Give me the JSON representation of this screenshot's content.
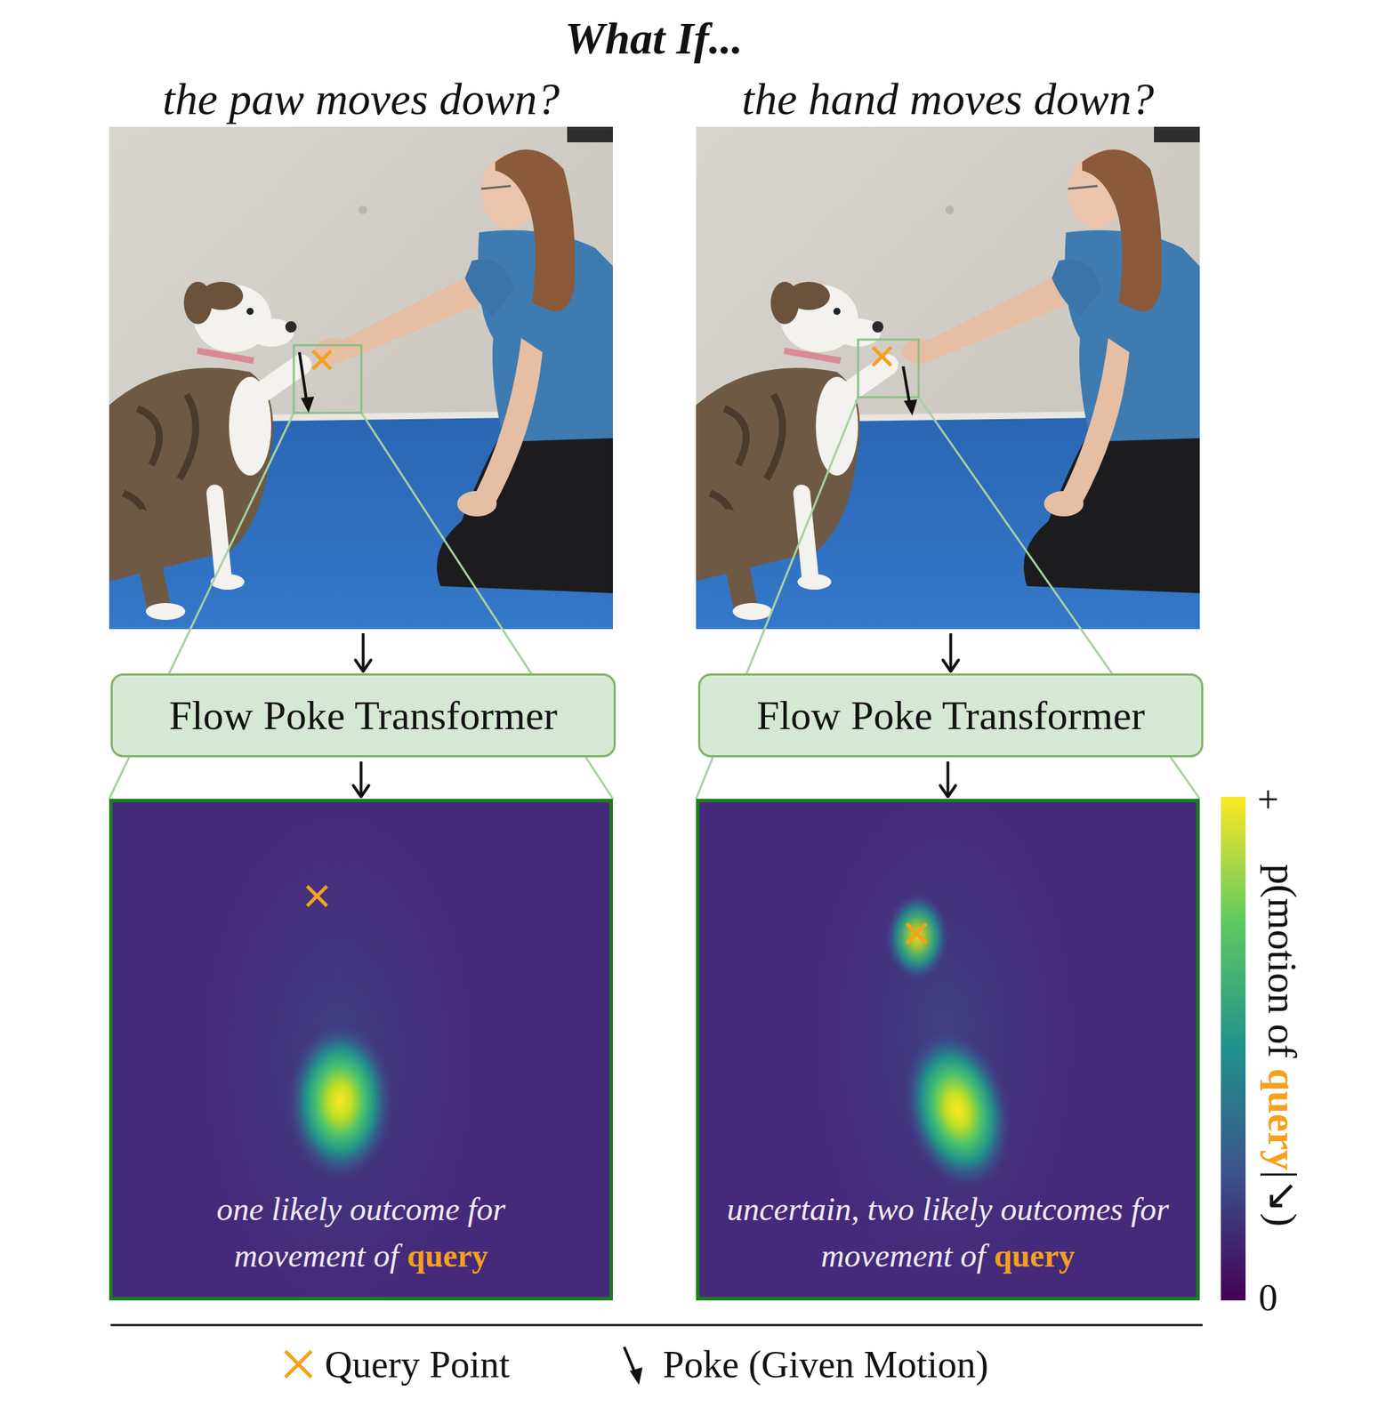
{
  "diagram": {
    "title": "What If...",
    "nodes": [
      {
        "text": [
          "the paw moves down?"
        ]
      },
      {
        "text": [
          "Flow Poke Transformer"
        ]
      },
      {
        "text": [
          "one likely outcome for movement of query"
        ]
      },
      {
        "text": [
          "the hand moves down?"
        ]
      },
      {
        "text": [
          "Flow Poke Transformer"
        ]
      },
      {
        "text": [
          "uncertain, two likely outcomes for movement of query"
        ]
      }
    ],
    "edges": [
      {
        "from": 0,
        "to": 1,
        "arrow": "to"
      },
      {
        "from": 1,
        "to": 2,
        "arrow": "to"
      },
      {
        "from": 3,
        "to": 4,
        "arrow": "to"
      },
      {
        "from": 4,
        "to": 5,
        "arrow": "to"
      }
    ],
    "labels": [
      "+",
      "p(motion of query|↘)",
      "0"
    ],
    "legend": [
      {
        "text": "Query Point"
      },
      {
        "text": "Poke (Given Motion)"
      }
    ]
  }
}
